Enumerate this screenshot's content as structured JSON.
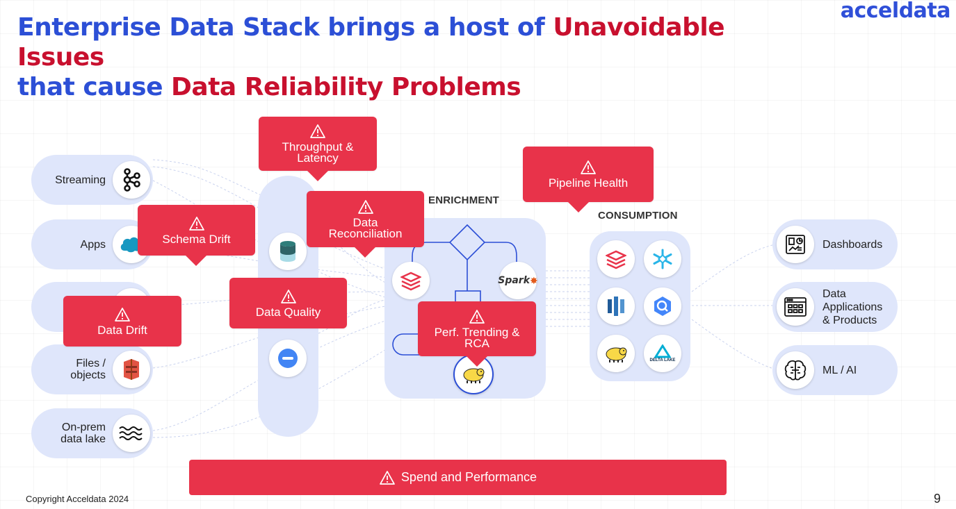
{
  "title": {
    "line1_part1": "Enterprise Data Stack brings a host of ",
    "line1_part2": "Unavoidable Issues",
    "line2_part1": "that cause ",
    "line2_part2": "Data Reliability Problems"
  },
  "logo": "acceldata",
  "sources": [
    {
      "label": "Streaming",
      "icon": "kafka-icon"
    },
    {
      "label": "Apps",
      "icon": "salesforce-cloud-icon"
    },
    {
      "label": "",
      "icon": "database-icon"
    },
    {
      "label": "Files / objects",
      "icon": "aws-s3-icon"
    },
    {
      "label": "On-prem data lake",
      "icon": "waves-icon"
    }
  ],
  "sections": {
    "enrichment": "ENRICHMENT",
    "consumption": "CONSUMPTION"
  },
  "outputs": [
    {
      "label": "Dashboards",
      "icon": "dashboard-icon"
    },
    {
      "label": "Data Applications & Products",
      "icon": "app-grid-icon"
    },
    {
      "label": "ML / AI",
      "icon": "brain-icon"
    }
  ],
  "issues": {
    "throughput": "Throughput & Latency",
    "pipeline_health": "Pipeline Health",
    "schema_drift": "Schema Drift",
    "data_reconciliation": "Data Reconciliation",
    "data_quality": "Data Quality",
    "data_drift": "Data Drift",
    "perf_trending": "Perf. Trending & RCA",
    "spend": "Spend and Performance"
  },
  "engines": {
    "spark_text": "Spark",
    "delta_lake_text": "DELTA LAKE"
  },
  "footer": {
    "copyright": "Copyright Acceldata 2024",
    "page_number": "9"
  },
  "colors": {
    "title_blue": "#2c4fd6",
    "title_red": "#c8102e",
    "warning_red": "#e8334a",
    "panel_blue": "#dfe6fb"
  }
}
